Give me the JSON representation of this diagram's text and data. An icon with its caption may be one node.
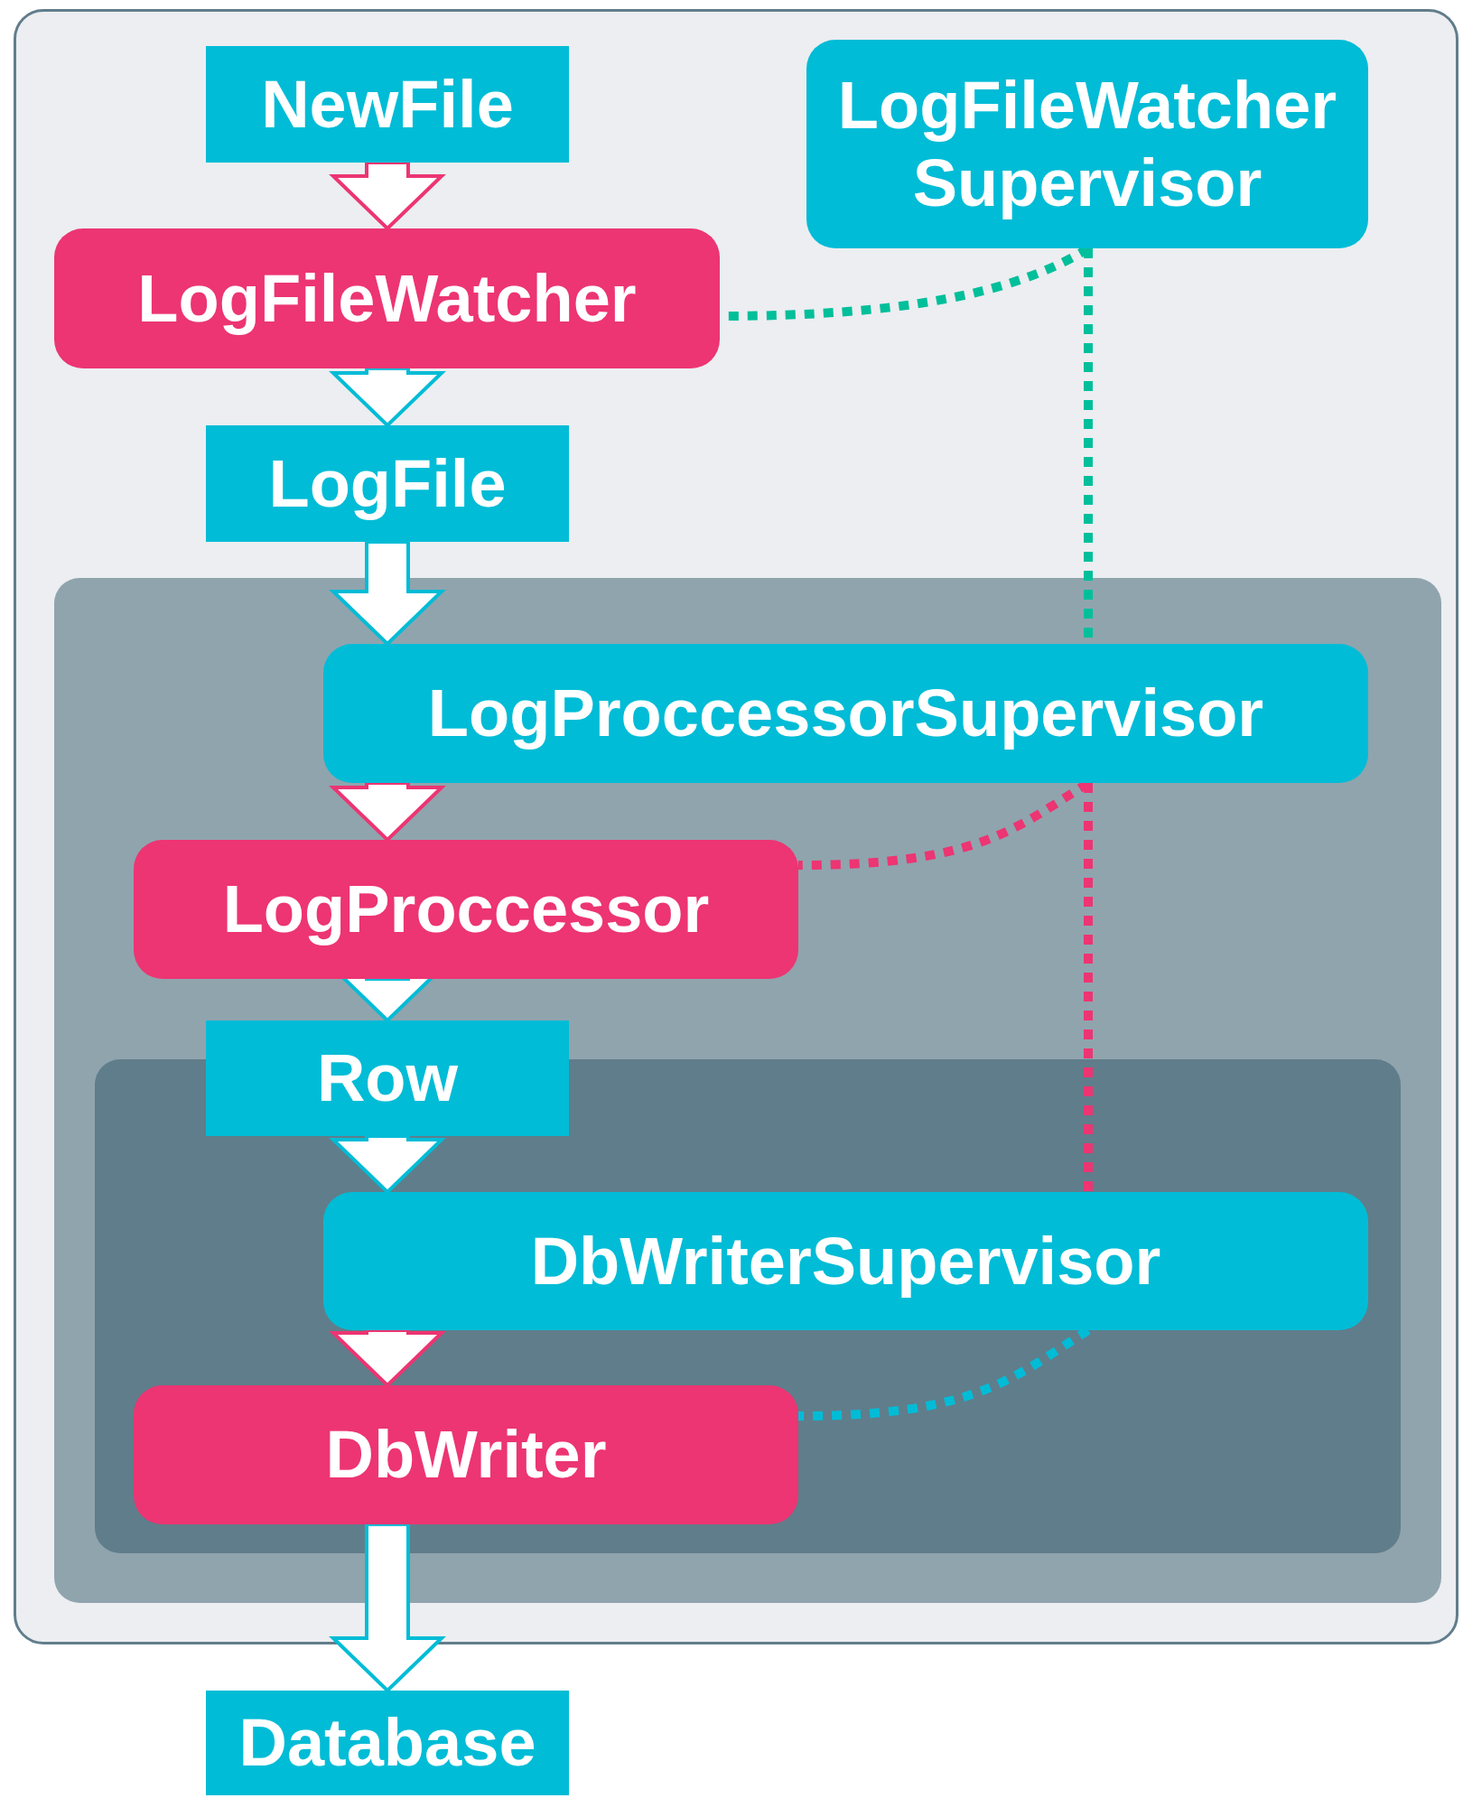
{
  "diagram": {
    "nodes": [
      {
        "text": [],
        "shape": "box"
      },
      {
        "text": [
          "NewFile"
        ],
        "in": 0
      },
      {
        "text": [
          "LogFileWatcher Supervisor"
        ],
        "in": 0
      },
      {
        "text": [
          "LogFileWatcher"
        ],
        "in": 0
      },
      {
        "text": [
          "LogFile"
        ],
        "in": 0
      },
      {
        "text": [],
        "shape": "box",
        "in": 0
      },
      {
        "text": [
          "LogProccessorSupervisor"
        ],
        "in": 5
      },
      {
        "text": [
          "LogProccessor"
        ],
        "in": 5
      },
      {
        "text": [
          "Row"
        ],
        "in": 5
      },
      {
        "text": [],
        "shape": "box",
        "in": 5
      },
      {
        "text": [
          "DbWriterSupervisor"
        ],
        "in": 9
      },
      {
        "text": [
          "DbWriter"
        ],
        "in": 9
      },
      {
        "text": [
          "Database"
        ]
      }
    ],
    "edges": [
      {
        "from": 1,
        "to": 3,
        "arrow": "to",
        "style": "thick",
        "color": "#ec3572"
      },
      {
        "from": 3,
        "to": 4,
        "arrow": "to",
        "style": "thick"
      },
      {
        "from": 4,
        "to": 6,
        "arrow": "to",
        "style": "thick"
      },
      {
        "from": 6,
        "to": 7,
        "arrow": "to",
        "style": "thick",
        "color": "#ec3572"
      },
      {
        "from": 7,
        "to": 8,
        "arrow": "to",
        "style": "thick"
      },
      {
        "from": 8,
        "to": 10,
        "arrow": "to",
        "style": "thick"
      },
      {
        "from": 10,
        "to": 11,
        "arrow": "to",
        "style": "thick",
        "color": "#ec3572"
      },
      {
        "from": 11,
        "to": 12,
        "arrow": "to",
        "style": "thick"
      },
      {
        "from": 2,
        "to": 3,
        "arrow": "none",
        "style": "dashed",
        "color": "#00bf9a"
      },
      {
        "from": 2,
        "to": 6,
        "arrow": "none",
        "style": "dashed",
        "color": "#00bf9a"
      },
      {
        "from": 6,
        "to": 7,
        "arrow": "none",
        "style": "dashed",
        "color": "#ec3572"
      },
      {
        "from": 6,
        "to": 10,
        "arrow": "none",
        "style": "dashed",
        "color": "#ec3572"
      },
      {
        "from": 10,
        "to": 11,
        "arrow": "none",
        "style": "dashed",
        "color": "#00bcd6"
      }
    ]
  }
}
